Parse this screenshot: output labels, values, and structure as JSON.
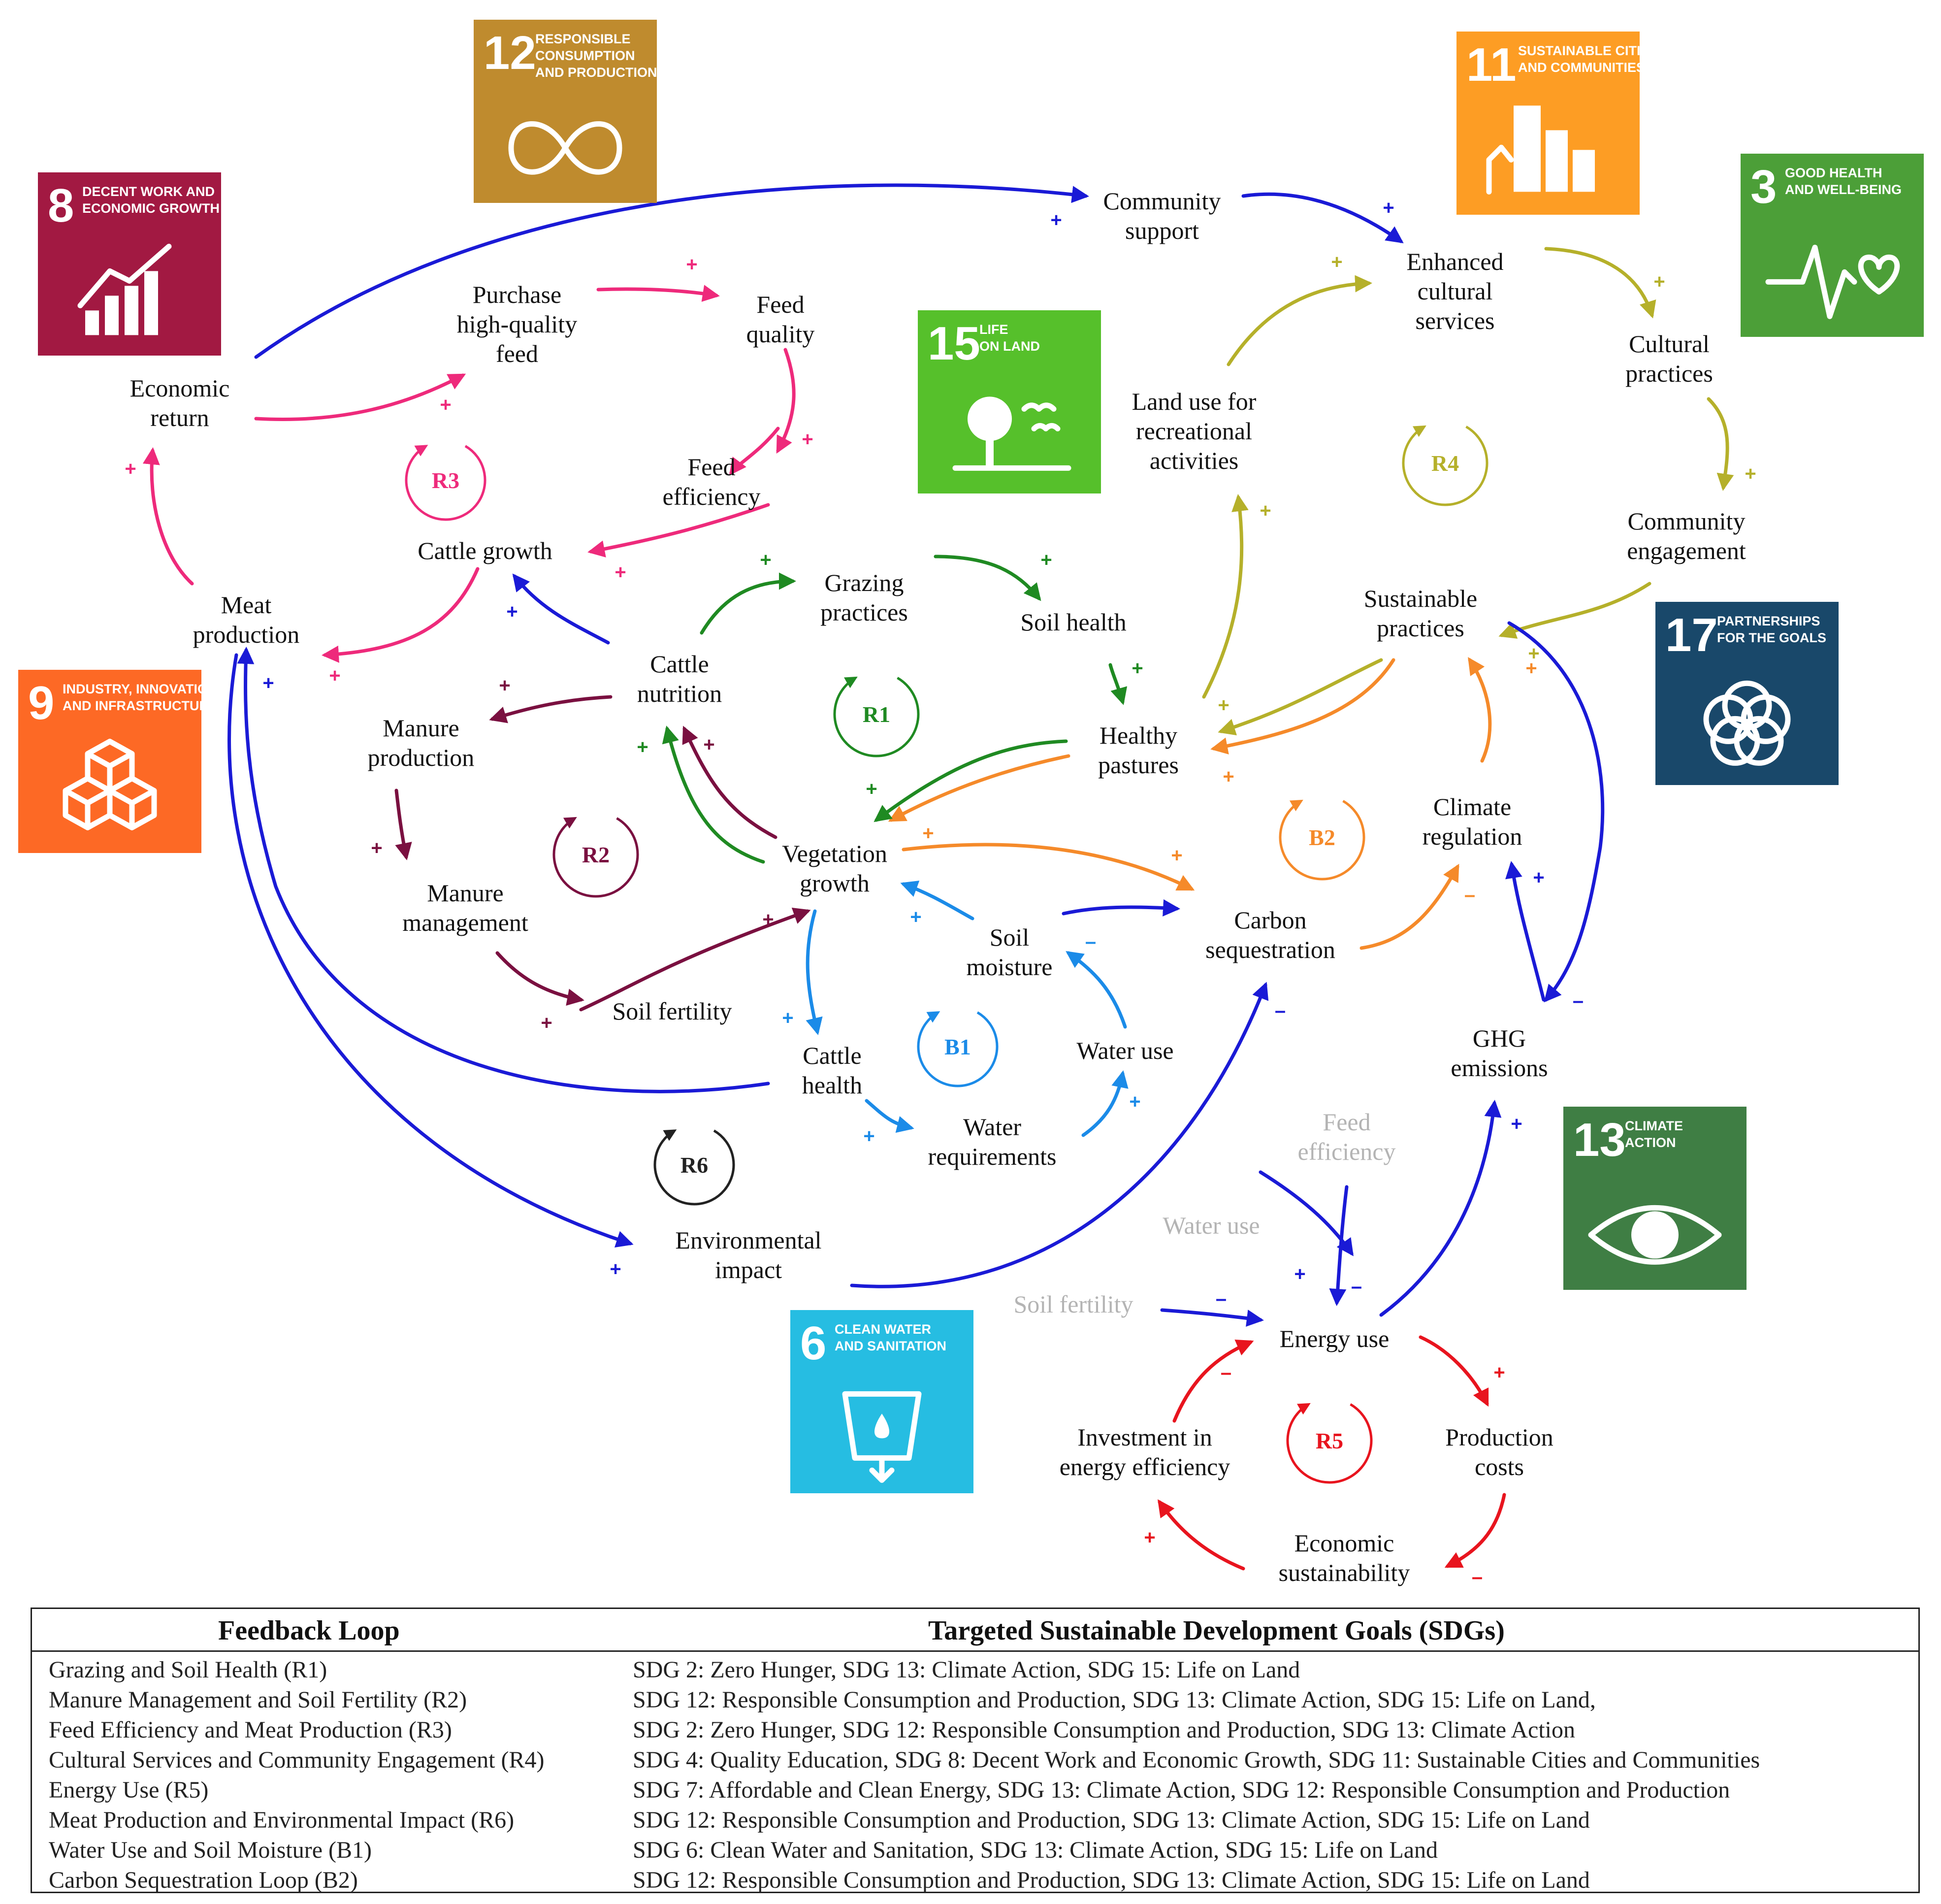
{
  "nodes": {
    "economic_return": [
      "Economic",
      "return"
    ],
    "purchase_feed": [
      "Purchase",
      "high-quality",
      "feed"
    ],
    "feed_quality": [
      "Feed",
      "quality"
    ],
    "feed_efficiency": [
      "Feed",
      "efficiency"
    ],
    "cattle_growth": [
      "Cattle growth"
    ],
    "meat_production": [
      "Meat",
      "production"
    ],
    "community_support": [
      "Community",
      "support"
    ],
    "enhanced_cultural": [
      "Enhanced",
      "cultural",
      "services"
    ],
    "cultural_practices": [
      "Cultural",
      "practices"
    ],
    "community_engagement": [
      "Community",
      "engagement"
    ],
    "sustainable_practices": [
      "Sustainable",
      "practices"
    ],
    "land_use_recreational": [
      "Land use for",
      "recreational",
      "activities"
    ],
    "grazing_practices": [
      "Grazing",
      "practices"
    ],
    "soil_health": [
      "Soil health"
    ],
    "healthy_pastures": [
      "Healthy",
      "pastures"
    ],
    "cattle_nutrition": [
      "Cattle",
      "nutrition"
    ],
    "manure_production": [
      "Manure",
      "production"
    ],
    "manure_management": [
      "Manure",
      "management"
    ],
    "soil_fertility": [
      "Soil fertility"
    ],
    "vegetation_growth": [
      "Vegetation",
      "growth"
    ],
    "soil_moisture": [
      "Soil",
      "moisture"
    ],
    "carbon_sequestration": [
      "Carbon",
      "sequestration"
    ],
    "climate_regulation": [
      "Climate",
      "regulation"
    ],
    "ghg_emissions": [
      "GHG",
      "emissions"
    ],
    "cattle_health": [
      "Cattle",
      "health"
    ],
    "water_use": [
      "Water use"
    ],
    "water_requirements": [
      "Water",
      "requirements"
    ],
    "environmental_impact": [
      "Environmental",
      "impact"
    ],
    "energy_use": [
      "Energy use"
    ],
    "investment_energy": [
      "Investment in",
      "energy efficiency"
    ],
    "production_costs": [
      "Production",
      "costs"
    ],
    "economic_sustainability": [
      "Economic",
      "sustainability"
    ],
    "feed_efficiency_faded": [
      "Feed",
      "efficiency"
    ],
    "water_use_faded": [
      "Water use"
    ],
    "soil_fertility_faded": [
      "Soil fertility"
    ]
  },
  "loops": {
    "r1": "R1",
    "r2": "R2",
    "r3": "R3",
    "r4": "R4",
    "r5": "R5",
    "r6": "R6",
    "b1": "B1",
    "b2": "B2"
  },
  "colors": {
    "blue": "#1a1ad6",
    "pink": "#ee2a7b",
    "green": "#1f8a22",
    "maroon": "#7a1040",
    "olive": "#b5b02a",
    "orange": "#f58a2a",
    "light_blue": "#1b8be8",
    "red": "#e8141e",
    "black": "#222222",
    "faded": "#b4b4b4"
  },
  "sdg_badges": [
    {
      "id": "sdg12",
      "number": "12",
      "name": [
        "RESPONSIBLE",
        "CONSUMPTION",
        "AND PRODUCTION"
      ],
      "color": "#bf8b2e",
      "icon": "infinity-icon"
    },
    {
      "id": "sdg8",
      "number": "8",
      "name": [
        "DECENT WORK AND",
        "ECONOMIC GROWTH"
      ],
      "color": "#a21942",
      "icon": "growth-chart-icon"
    },
    {
      "id": "sdg11",
      "number": "11",
      "name": [
        "SUSTAINABLE CITIES",
        "AND COMMUNITIES"
      ],
      "color": "#fd9d24",
      "icon": "city-buildings-icon"
    },
    {
      "id": "sdg3",
      "number": "3",
      "name": [
        "GOOD HEALTH",
        "AND WELL-BEING"
      ],
      "color": "#4c9f38",
      "icon": "heartbeat-icon"
    },
    {
      "id": "sdg15",
      "number": "15",
      "name": [
        "LIFE",
        "ON LAND"
      ],
      "color": "#56c02b",
      "icon": "tree-birds-icon"
    },
    {
      "id": "sdg17",
      "number": "17",
      "name": [
        "PARTNERSHIPS",
        "FOR THE GOALS"
      ],
      "color": "#19486a",
      "icon": "rings-icon"
    },
    {
      "id": "sdg9",
      "number": "9",
      "name": [
        "INDUSTRY, INNOVATION",
        "AND INFRASTRUCTURE"
      ],
      "color": "#fd6925",
      "icon": "cubes-icon"
    },
    {
      "id": "sdg13",
      "number": "13",
      "name": [
        "CLIMATE",
        "ACTION"
      ],
      "color": "#3f7e44",
      "icon": "earth-eye-icon"
    },
    {
      "id": "sdg6",
      "number": "6",
      "name": [
        "CLEAN WATER",
        "AND SANITATION"
      ],
      "color": "#26bde2",
      "icon": "water-glass-icon"
    }
  ],
  "table": {
    "header": [
      "Feedback Loop",
      "Targeted Sustainable Development Goals (SDGs)"
    ],
    "rows": [
      [
        "Grazing and Soil Health (R1)",
        "SDG 2: Zero Hunger, SDG 13: Climate Action, SDG 15: Life on Land"
      ],
      [
        "Manure Management and Soil Fertility (R2)",
        "SDG 12: Responsible Consumption and Production, SDG 13: Climate Action, SDG 15: Life on Land,"
      ],
      [
        "Feed Efficiency and Meat Production (R3)",
        "SDG 2: Zero Hunger, SDG 12: Responsible Consumption and Production, SDG 13: Climate Action"
      ],
      [
        "Cultural Services and Community Engagement (R4)",
        "SDG 4: Quality Education, SDG 8: Decent Work and Economic Growth, SDG 11: Sustainable Cities and Communities"
      ],
      [
        "Energy Use (R5)",
        "SDG 7: Affordable and Clean Energy, SDG 13: Climate Action, SDG 12: Responsible Consumption and Production"
      ],
      [
        "Meat Production and Environmental Impact (R6)",
        "SDG 12: Responsible Consumption and Production, SDG 13: Climate Action, SDG 15: Life on Land"
      ],
      [
        "Water Use and Soil Moisture (B1)",
        "SDG 6: Clean Water and Sanitation, SDG 13: Climate Action, SDG 15: Life on Land"
      ],
      [
        "Carbon Sequestration Loop (B2)",
        "SDG 12: Responsible Consumption and Production, SDG 13: Climate Action, SDG 15: Life on Land"
      ]
    ]
  }
}
